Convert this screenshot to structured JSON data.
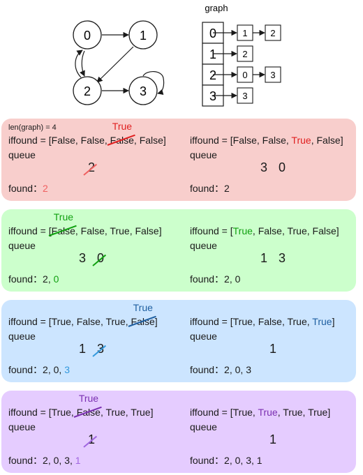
{
  "graph": {
    "caption": "graph",
    "nodes": [
      "0",
      "1",
      "2",
      "3"
    ],
    "edges": [
      [
        "0",
        "1"
      ],
      [
        "1",
        "2"
      ],
      [
        "0",
        "2"
      ],
      [
        "2",
        "0"
      ],
      [
        "2",
        "3"
      ],
      [
        "3",
        "3"
      ]
    ],
    "adjacency": [
      {
        "index": "0",
        "neighbors": [
          "1",
          "2"
        ]
      },
      {
        "index": "1",
        "neighbors": [
          "2"
        ]
      },
      {
        "index": "2",
        "neighbors": [
          "0",
          "3"
        ]
      },
      {
        "index": "3",
        "neighbors": [
          "3"
        ]
      }
    ]
  },
  "colors": {
    "step1": "#f8cecc",
    "step2": "#ccffcc",
    "step3": "#cce5ff",
    "step4": "#e5ccff",
    "red": "#e02020",
    "green": "#10a010",
    "blue": "#1f5fa0",
    "lightblue": "#3399dd",
    "purple": "#7a2fb0",
    "lightpurple": "#a066e0"
  },
  "steps": [
    {
      "len_note": "len(graph) = 4",
      "marker": "True",
      "left": {
        "prefix": "iffound = [",
        "cells": [
          "False",
          "False",
          "False",
          "False"
        ],
        "suffix": "]"
      },
      "queue_label": "queue",
      "left_queue": [
        "2"
      ],
      "left_found_label": "found：",
      "left_found": [
        {
          "v": "2",
          "hl": true
        }
      ],
      "right": {
        "prefix": "iffound = [",
        "cells": [
          "False",
          "False",
          "True",
          "False"
        ],
        "suffix": "]"
      },
      "right_queue": [
        "3",
        "0"
      ],
      "right_found_label": "found：",
      "right_found": [
        {
          "v": "2",
          "hl": false
        }
      ]
    },
    {
      "marker": "True",
      "left": {
        "prefix": "iffound = [",
        "cells": [
          "False",
          "False",
          "True",
          "False"
        ],
        "suffix": "]"
      },
      "queue_label": "queue",
      "left_queue": [
        "3",
        "0"
      ],
      "left_found_label": "found：",
      "left_found": [
        {
          "v": "2",
          "hl": false
        },
        {
          "v": "0",
          "hl": true
        }
      ],
      "right": {
        "prefix": "iffound = [",
        "cells": [
          "True",
          "False",
          "True",
          "False"
        ],
        "suffix": "]"
      },
      "right_queue": [
        "1",
        "3"
      ],
      "right_found_label": "found：",
      "right_found": [
        {
          "v": "2",
          "hl": false
        },
        {
          "v": "0",
          "hl": false
        }
      ]
    },
    {
      "marker": "True",
      "left": {
        "prefix": "iffound = [",
        "cells": [
          "True",
          "False",
          "True",
          "False"
        ],
        "suffix": "]"
      },
      "queue_label": "queue",
      "left_queue": [
        "1",
        "3"
      ],
      "left_found_label": "found：",
      "left_found": [
        {
          "v": "2",
          "hl": false
        },
        {
          "v": "0",
          "hl": false
        },
        {
          "v": "3",
          "hl": true
        }
      ],
      "right": {
        "prefix": "iffound = [",
        "cells": [
          "True",
          "False",
          "True",
          "True"
        ],
        "suffix": "]"
      },
      "right_queue": [
        "1"
      ],
      "right_found_label": "found：",
      "right_found": [
        {
          "v": "2",
          "hl": false
        },
        {
          "v": "0",
          "hl": false
        },
        {
          "v": "3",
          "hl": false
        }
      ]
    },
    {
      "marker": "True",
      "left": {
        "prefix": "iffound = [",
        "cells": [
          "True",
          "False",
          "True",
          "True"
        ],
        "suffix": "]"
      },
      "queue_label": "queue",
      "left_queue": [
        "1"
      ],
      "left_found_label": "found：",
      "left_found": [
        {
          "v": "2",
          "hl": false
        },
        {
          "v": "0",
          "hl": false
        },
        {
          "v": "3",
          "hl": false
        },
        {
          "v": "1",
          "hl": true
        }
      ],
      "right": {
        "prefix": "iffound = [",
        "cells": [
          "True",
          "True",
          "True",
          "True"
        ],
        "suffix": "]"
      },
      "right_queue": [
        "1"
      ],
      "right_found_label": "found：",
      "right_found": [
        {
          "v": "2",
          "hl": false
        },
        {
          "v": "0",
          "hl": false
        },
        {
          "v": "3",
          "hl": false
        },
        {
          "v": "1",
          "hl": false
        }
      ]
    }
  ]
}
